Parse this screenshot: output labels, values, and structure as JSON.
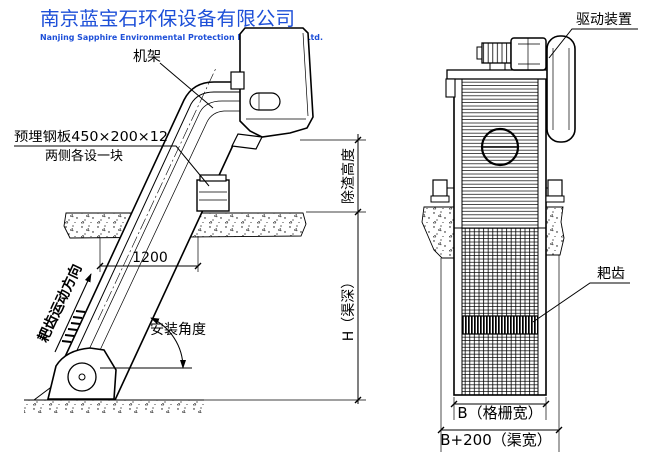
{
  "company": {
    "name_cn": "南京蓝宝石环保设备有限公司",
    "name_en": "Nanjing Sapphire Environmental Protection Equipment Co. Ltd.",
    "color": "#1d4fd8"
  },
  "side_view": {
    "frame_label": "机架",
    "embedded_plate_label": "预埋钢板450×200×12",
    "embedded_plate_note": "两侧各设一块",
    "distance_label": "1200",
    "rake_direction_label": "耙齿运动方向",
    "install_angle_label": "安装角度",
    "discharge_height_label": "除渣高度",
    "channel_depth_label": "H（渠深）"
  },
  "front_view": {
    "drive_label": "驱动装置",
    "rake_teeth_label": "耙齿",
    "screen_width_label": "B（格栅宽）",
    "channel_width_label": "B+200（渠宽）"
  }
}
